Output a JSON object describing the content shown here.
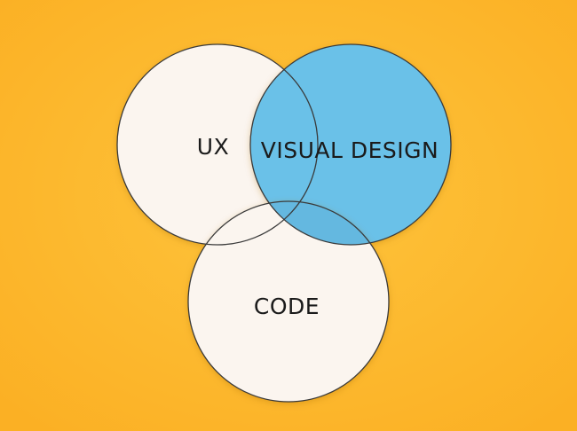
{
  "diagram": {
    "circles": [
      {
        "id": "ux",
        "label": "UX",
        "fill": "#fbf5ef"
      },
      {
        "id": "visual-design",
        "label": "VISUAL DESIGN",
        "fill": "#6bc1e8"
      },
      {
        "id": "code",
        "label": "CODE",
        "fill": "#fbf5ef"
      }
    ]
  },
  "colors": {
    "background": "#fbb024",
    "background_highlight": "#fec43c",
    "outline": "#3a3a3a",
    "label": "#1b1b1b"
  }
}
